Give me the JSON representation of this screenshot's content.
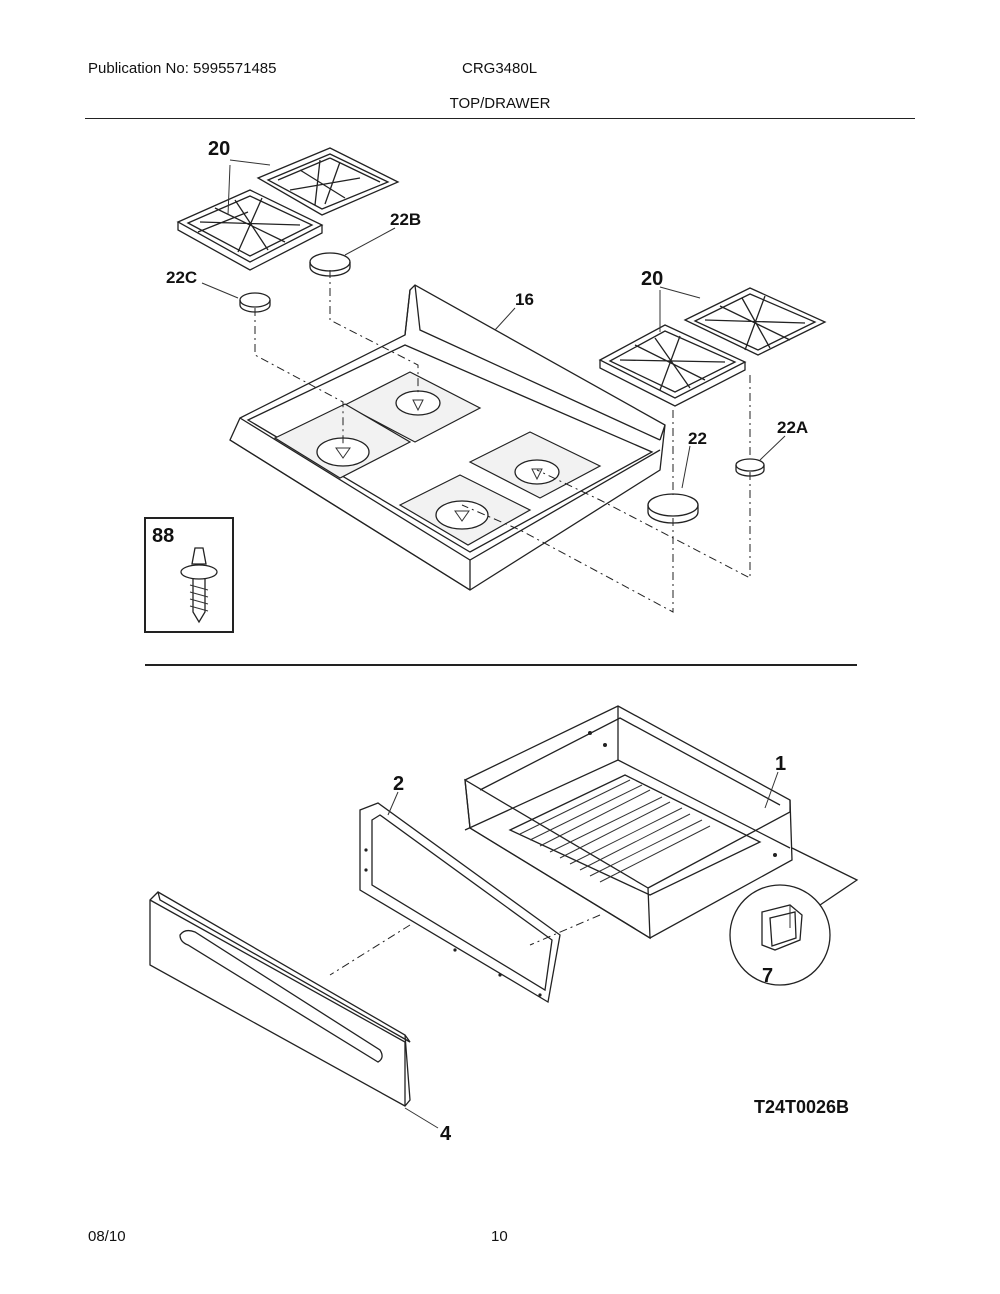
{
  "header": {
    "publication": "Publication No: 5995571485",
    "model": "CRG3480L",
    "section_title": "TOP/DRAWER"
  },
  "callouts": {
    "grate_left": "20",
    "grate_right": "20",
    "cap_22b": "22B",
    "cap_22c": "22C",
    "cooktop_16": "16",
    "cap_22": "22",
    "cap_22a": "22A",
    "screw_88": "88",
    "drawer_1": "1",
    "drawer_liner_2": "2",
    "drawer_panel_4": "4",
    "roller_7": "7"
  },
  "diagram_code": "T24T0026B",
  "footer": {
    "date": "08/10",
    "page_number": "10"
  }
}
